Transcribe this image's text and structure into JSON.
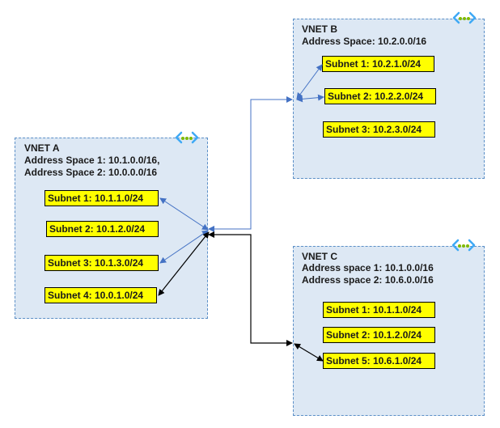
{
  "vnets": {
    "a": {
      "title": "VNET A",
      "lines": [
        "Address Space 1: 10.1.0.0/16,",
        "Address Space 2: 10.0.0.0/16"
      ],
      "subnets": [
        "Subnet 1: 10.1.1.0/24",
        "Subnet 2: 10.1.2.0/24",
        "Subnet 3: 10.1.3.0/24",
        "Subnet 4: 10.0.1.0/24"
      ]
    },
    "b": {
      "title": "VNET B",
      "lines": [
        "Address Space: 10.2.0.0/16"
      ],
      "subnets": [
        "Subnet 1: 10.2.1.0/24",
        "Subnet 2: 10.2.2.0/24",
        "Subnet 3: 10.2.3.0/24"
      ]
    },
    "c": {
      "title": "VNET C",
      "lines": [
        "Address space 1: 10.1.0.0/16",
        "Address space 2: 10.6.0.0/16"
      ],
      "subnets": [
        "Subnet 1: 10.1.1.0/24",
        "Subnet 2: 10.1.2.0/24",
        "Subnet 5: 10.6.1.0/24"
      ]
    }
  },
  "icon": "vnet-icon",
  "colors": {
    "vnet_fill": "#dde8f4",
    "vnet_border": "#5b8fc7",
    "subnet_fill": "#ffff00",
    "peering_b_arrow": "#4472c4",
    "peering_c_arrow": "#000000",
    "icon_bracket": "#3fa9f5",
    "icon_dots": "#7fba00"
  }
}
